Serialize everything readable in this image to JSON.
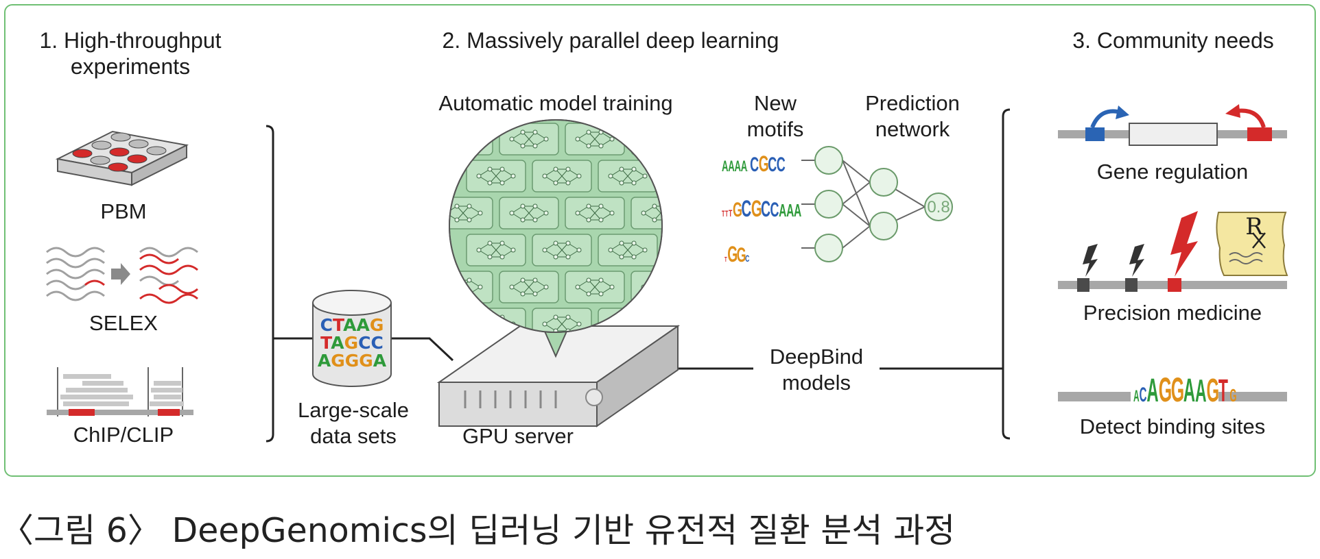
{
  "sections": {
    "experiments": {
      "title_line1": "1. High-throughput",
      "title_line2": "experiments"
    },
    "deep_learning": {
      "title": "2. Massively parallel deep learning"
    },
    "community": {
      "title": "3. Community needs"
    }
  },
  "experiments": {
    "pbm": "PBM",
    "selex": "SELEX",
    "chip_clip": "ChIP/CLIP"
  },
  "training": {
    "automatic_model_training": "Automatic model training",
    "new_motifs_line1": "New",
    "new_motifs_line2": "motifs",
    "prediction_network_line1": "Prediction",
    "prediction_network_line2": "network",
    "output_value": "0.8",
    "motif_1": "AAAA.CGCC",
    "motif_2": "TTTGCGCCAAA",
    "motif_3": "TGGC"
  },
  "data": {
    "db_seq_1": "CTAAG",
    "db_seq_2": "TAGCC",
    "db_seq_3": "AGGGA",
    "large_scale_line1": "Large-scale",
    "large_scale_line2": "data sets",
    "gpu_server": "GPU server",
    "deepbind_line1": "DeepBind",
    "deepbind_line2": "models"
  },
  "community": {
    "gene_regulation": "Gene regulation",
    "precision_medicine": "Precision medicine",
    "rx_symbol": "R",
    "detect_binding_sites": "Detect binding sites",
    "binding_motif": "ACAGGAAGTG"
  },
  "caption": "〈그림 6〉 DeepGenomics의 딥러닝 기반 유전적 질환 분석 과정",
  "colors": {
    "frame": "#6fbf73",
    "chip_green": "#a9d6ae",
    "chip_green_dark": "#7fb886",
    "red": "#d42a2a",
    "blue": "#2a64b4",
    "rx_yellow": "#f4e7a1",
    "track_gray": "#a7a7a7"
  }
}
